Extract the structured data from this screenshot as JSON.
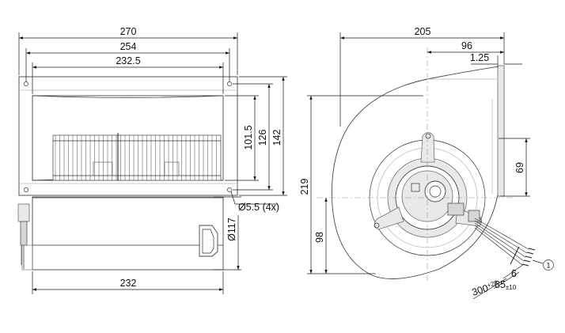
{
  "left_view": {
    "width_overall": "270",
    "width_holes": "254",
    "width_inner": "232.5",
    "height_opening": "101.5",
    "height_holes": "126",
    "height_overall": "142",
    "hole_spec": "Ø5.5 (4x)",
    "motor_diameter": "Ø117",
    "width_bottom": "232"
  },
  "right_view": {
    "width_overall": "205",
    "offset_center": "96",
    "flange_thickness": "1.25",
    "outlet_height": "69",
    "height_overall": "219",
    "height_center": "98",
    "lead_dim_1": "6",
    "lead_dim_2": "85",
    "lead_dim_2_tol": "±10",
    "lead_dim_3": "300",
    "lead_dim_3_tol": "+20",
    "callout": "1"
  }
}
